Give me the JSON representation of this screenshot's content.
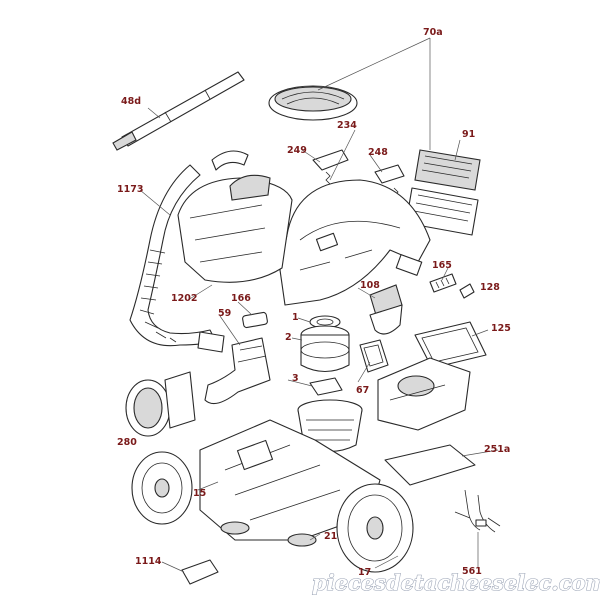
{
  "labels": {
    "l70a": "70a",
    "l48d": "48d",
    "l234": "234",
    "l91": "91",
    "l249": "249",
    "l248": "248",
    "l1173": "1173",
    "l165": "165",
    "l128": "128",
    "l1202": "1202",
    "l166": "166",
    "l108": "108",
    "l1": "1",
    "l59": "59",
    "l2": "2",
    "l125": "125",
    "l3": "3",
    "l67": "67",
    "l280": "280",
    "l251a": "251a",
    "l15": "15",
    "l21": "21",
    "l17": "17",
    "l1114": "1114",
    "l561": "561"
  },
  "watermark": "piecesdetacheeselec.com"
}
